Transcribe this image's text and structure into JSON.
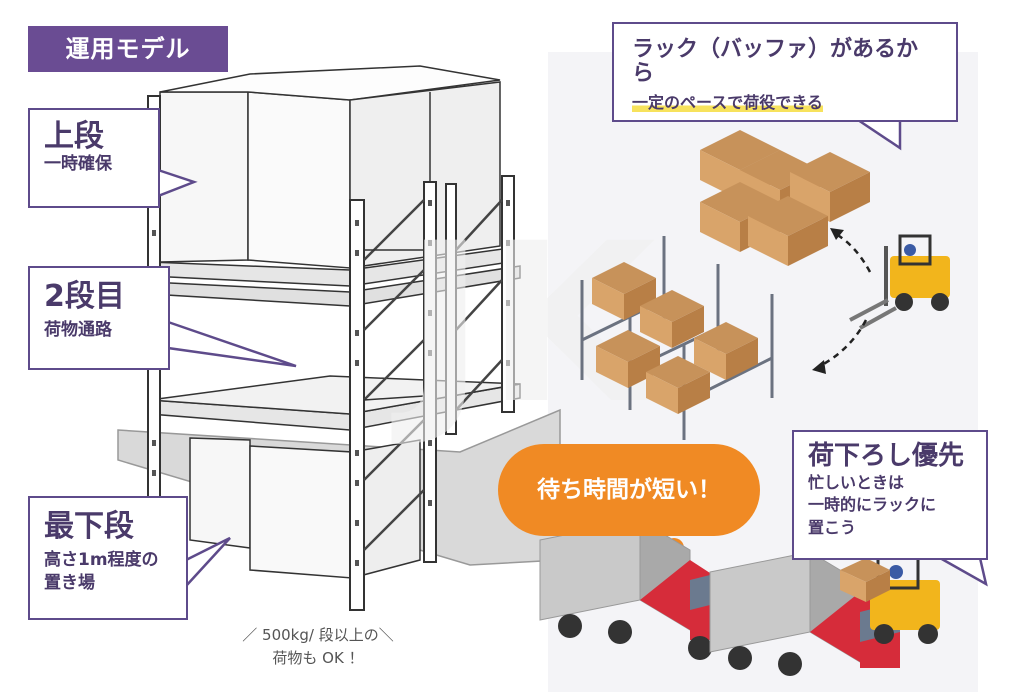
{
  "title": "運用モデル",
  "callouts": {
    "upper": {
      "heading": "上段",
      "sub": "一時確保"
    },
    "second": {
      "heading": "2段目",
      "sub": "荷物通路"
    },
    "bottom": {
      "heading": "最下段",
      "sub_line1": "高さ1m程度の",
      "sub_line2": "置き場"
    },
    "rack": {
      "line1": "ラック（バッファ）があるから",
      "line2": "一定のペースで荷役できる"
    },
    "unload": {
      "heading": "荷下ろし優先",
      "line1": "忙しいときは",
      "line2": "一時的にラックに",
      "line3": "置こう"
    }
  },
  "waiting_bubble": "待ち時間が短い！",
  "bottom_note": {
    "line1": "／ 500kg/ 段以上の＼",
    "line2": "荷物も OK ！"
  },
  "colors": {
    "purple": "#6a4c93",
    "orange": "#f08a24",
    "highlight": "#f7e25c",
    "truck_red": "#d62c3a"
  }
}
